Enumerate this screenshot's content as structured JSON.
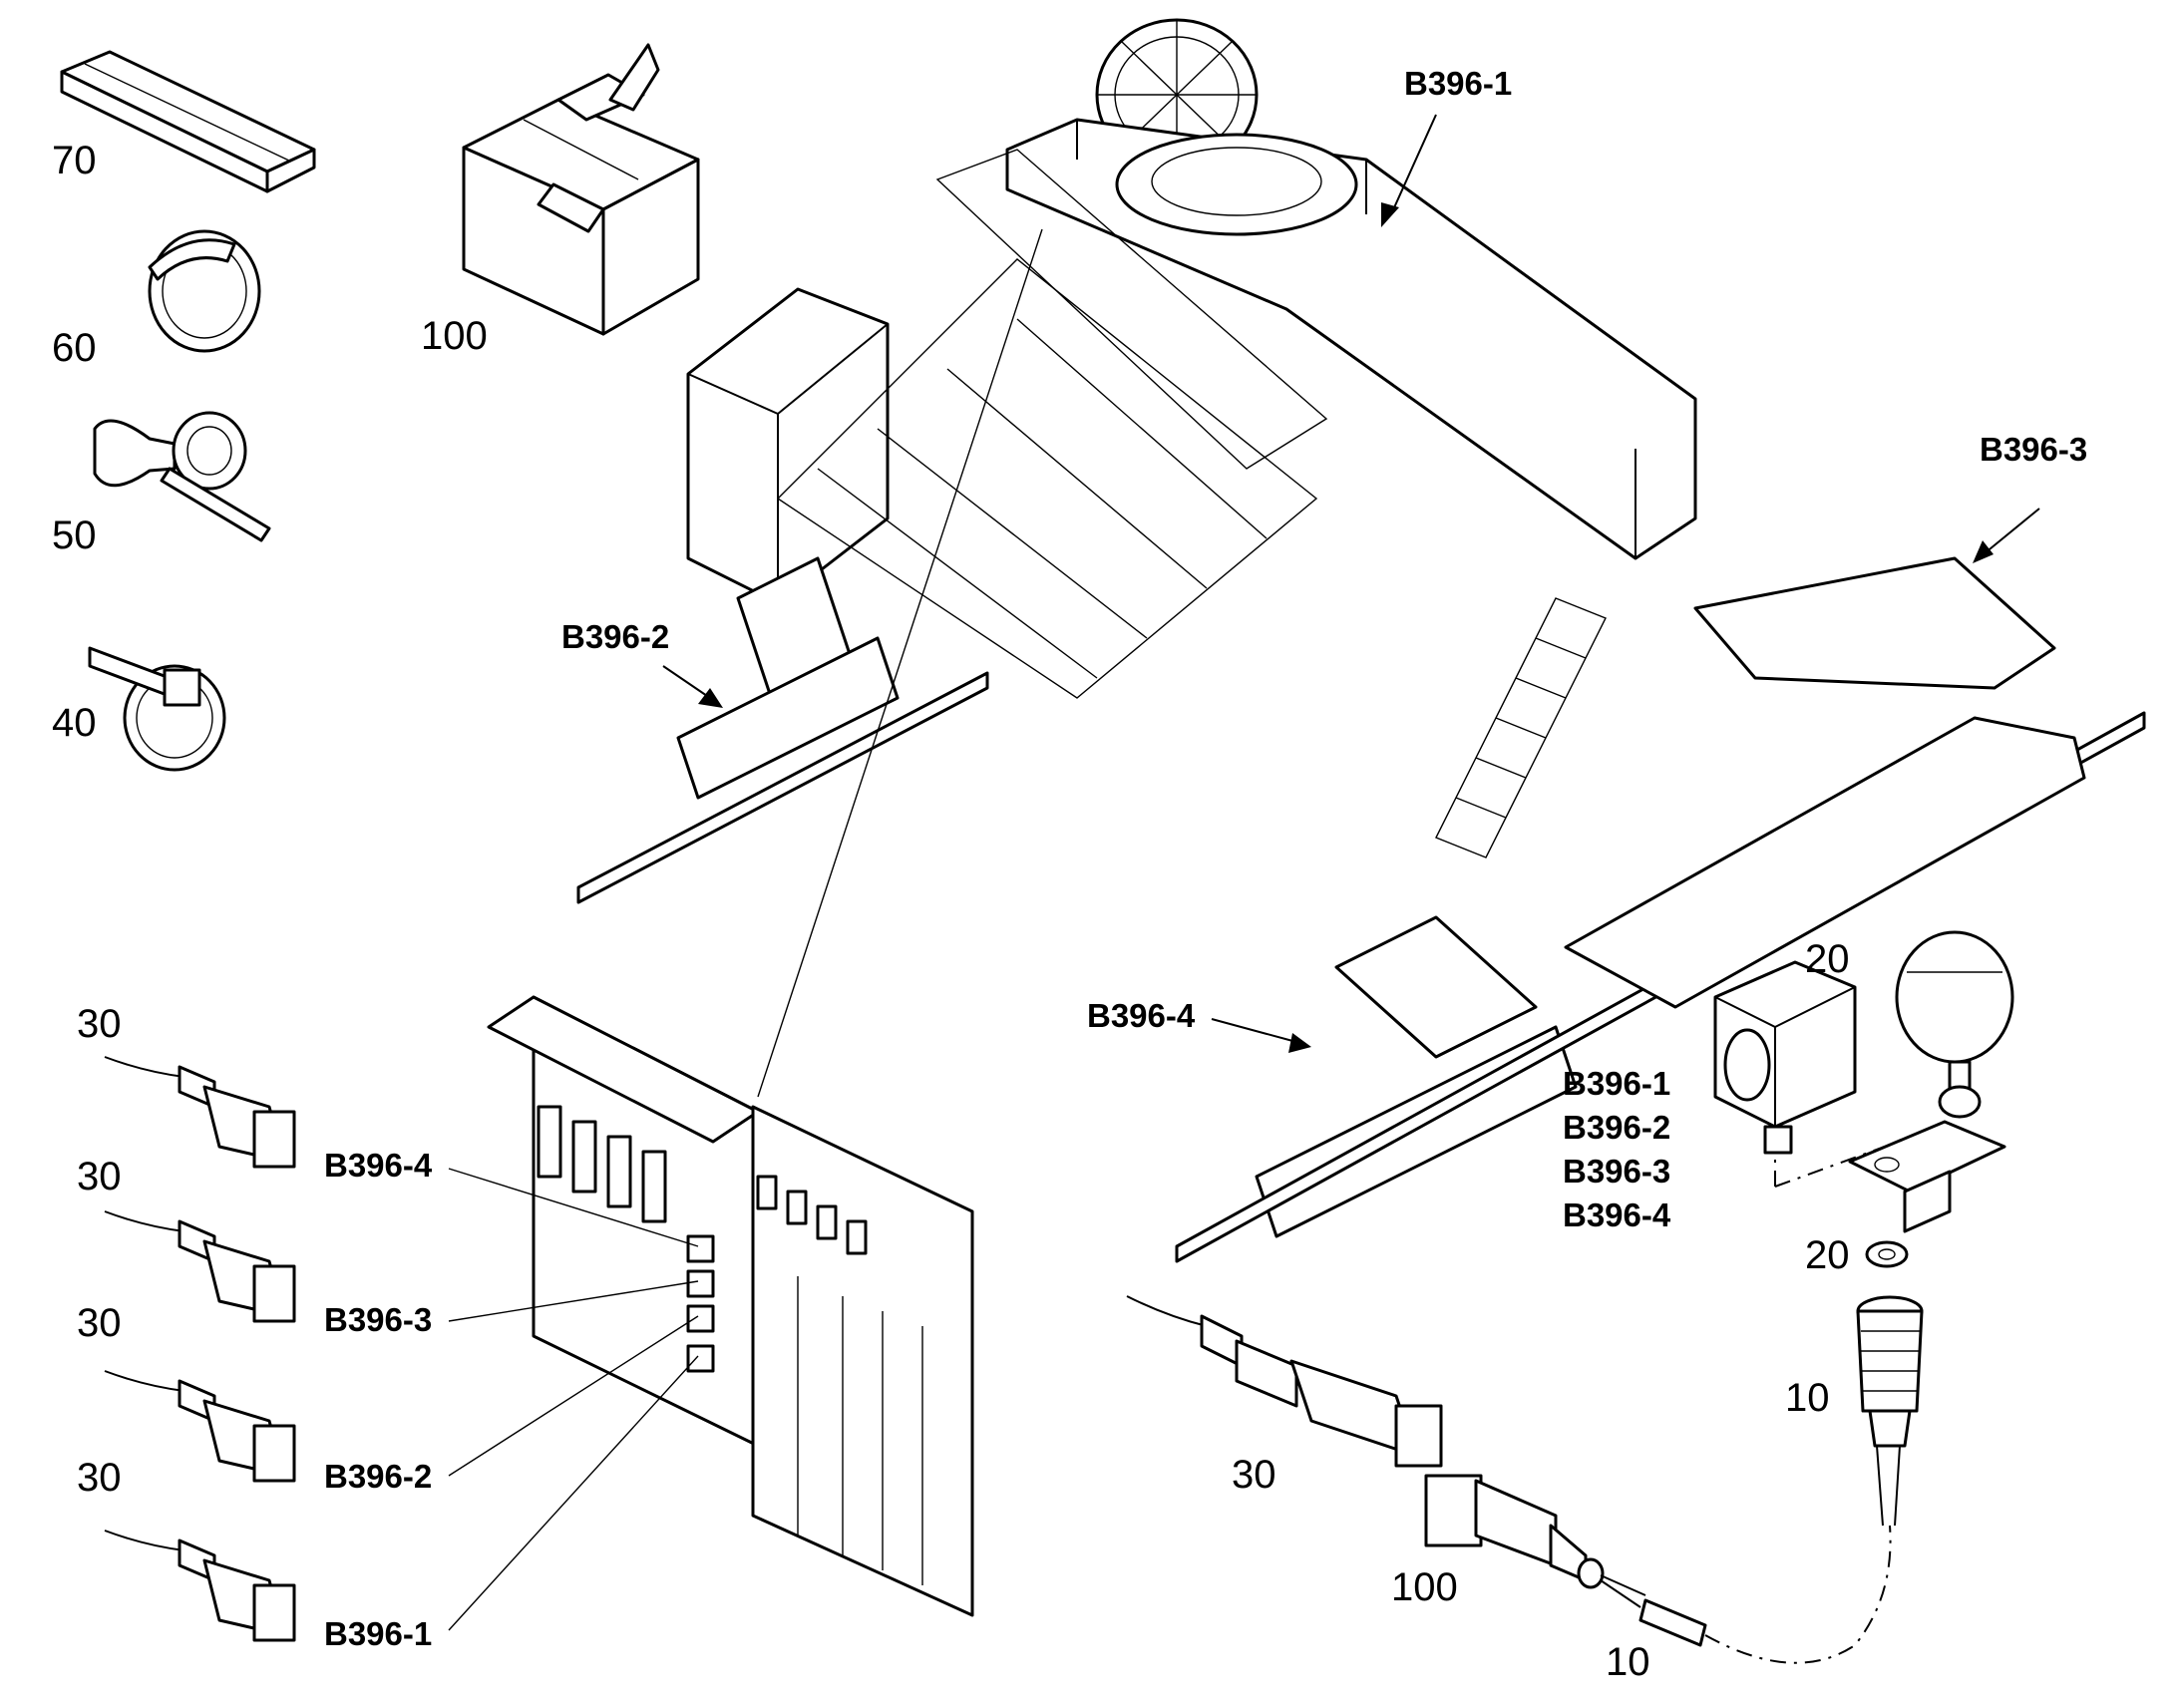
{
  "item_numbers": {
    "n70": "70",
    "n60": "60",
    "n50": "50",
    "n40": "40",
    "n100_box": "100",
    "n30_a": "30",
    "n30_b": "30",
    "n30_c": "30",
    "n30_d": "30",
    "n30_e": "30",
    "n100_conn": "100",
    "n10_wire": "10",
    "n10_plug": "10",
    "n20_sensor": "20",
    "n20_washer": "20"
  },
  "location_codes": {
    "machine_b1": "B396-1",
    "machine_b2": "B396-2",
    "machine_b3": "B396-3",
    "machine_b4": "B396-4",
    "panel_b4": "B396-4",
    "panel_b3": "B396-3",
    "panel_b2": "B396-2",
    "panel_b1": "B396-1",
    "sensor_list": [
      "B396-1",
      "B396-2",
      "B396-3",
      "B396-4"
    ]
  }
}
